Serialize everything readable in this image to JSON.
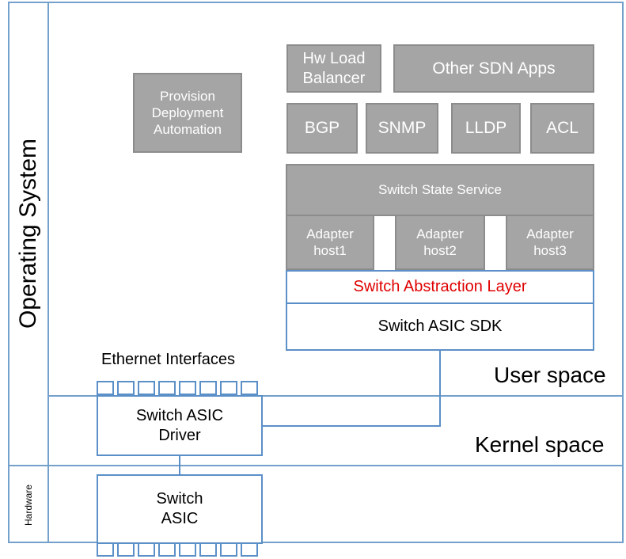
{
  "regions": {
    "operating_system": "Operating System",
    "hardware": "Hardware",
    "user_space": "User space",
    "kernel_space": "Kernel space"
  },
  "apps": {
    "provision": "Provision\nDeployment\nAutomation",
    "hw_load_balancer": "Hw Load\nBalancer",
    "other_sdn_apps": "Other SDN Apps",
    "bgp": "BGP",
    "snmp": "SNMP",
    "lldp": "LLDP",
    "acl": "ACL"
  },
  "switch_state_service": "Switch State Service",
  "adapters": [
    "Adapter\nhost1",
    "Adapter\nhost2",
    "Adapter\nhost3"
  ],
  "sal": "Switch Abstraction Layer",
  "asic_sdk": "Switch ASIC SDK",
  "ethernet_interfaces": "Ethernet Interfaces",
  "asic_driver": "Switch ASIC\nDriver",
  "switch_asic": "Switch\nASIC",
  "colors": {
    "frame": "#74a0cc",
    "gray_box": "#a5a5a5",
    "sal_text": "#e00000"
  }
}
